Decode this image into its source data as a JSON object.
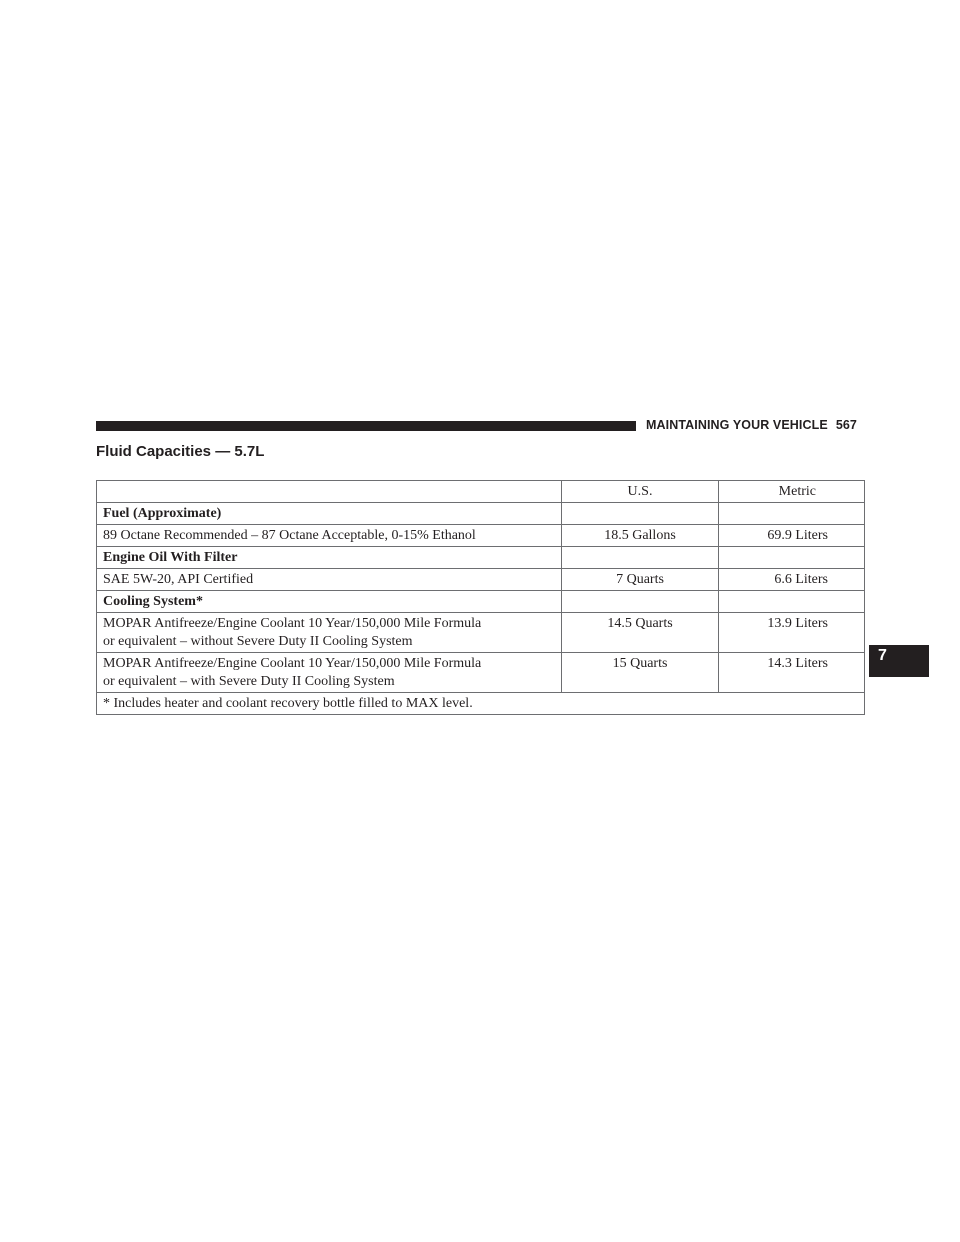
{
  "header": {
    "section": "MAINTAINING YOUR VEHICLE",
    "page_number": "567"
  },
  "title": "Fluid Capacities — 5.7L",
  "chapter_tab": "7",
  "table": {
    "columns": [
      "",
      "U.S.",
      "Metric"
    ],
    "rows": [
      {
        "kind": "group",
        "label": "Fuel (Approximate)",
        "us": "",
        "metric": ""
      },
      {
        "kind": "item",
        "label": "89 Octane Recommended – 87 Octane Acceptable, 0-15% Ethanol",
        "us": "18.5 Gallons",
        "metric": "69.9 Liters"
      },
      {
        "kind": "group",
        "label": "Engine Oil With Filter",
        "us": "",
        "metric": ""
      },
      {
        "kind": "item",
        "label": "SAE 5W-20, API Certified",
        "us": "7 Quarts",
        "metric": "6.6 Liters"
      },
      {
        "kind": "group",
        "label": "Cooling System*",
        "us": "",
        "metric": ""
      },
      {
        "kind": "item",
        "label_lines": [
          "MOPAR Antifreeze/Engine Coolant 10 Year/150,000 Mile Formula",
          "or equivalent – without Severe Duty II Cooling System"
        ],
        "us": "14.5 Quarts",
        "metric": "13.9 Liters"
      },
      {
        "kind": "item",
        "label_lines": [
          "MOPAR Antifreeze/Engine Coolant 10 Year/150,000 Mile Formula",
          "or equivalent – with Severe Duty II Cooling System"
        ],
        "us": "15 Quarts",
        "metric": "14.3 Liters"
      }
    ],
    "footnote": "* Includes heater and coolant recovery bottle filled to MAX level."
  }
}
